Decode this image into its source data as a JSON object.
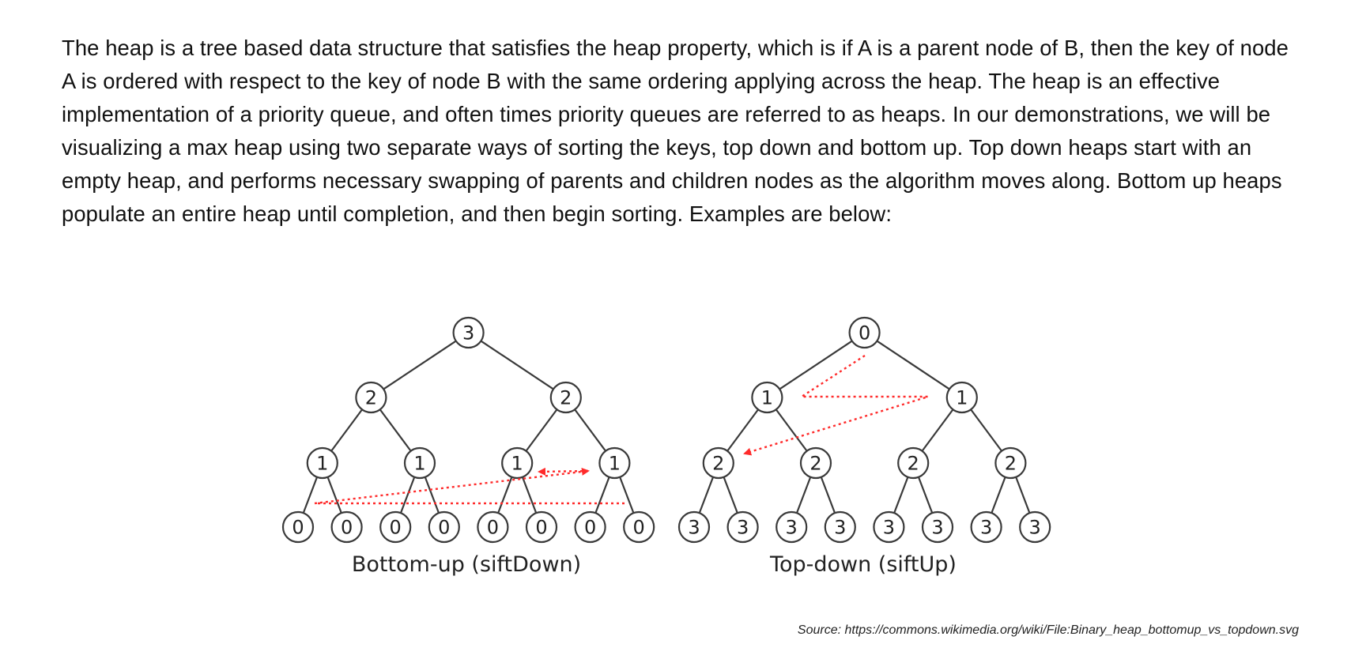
{
  "intro": {
    "text": "The heap is a tree based data structure that satisfies the heap property, which is if A is a parent node of B, then the key of node A is ordered with respect to the key of node B with the same ordering applying across the heap. The heap is an effective implementation of a priority queue, and often times priority queues are referred to as heaps. In our demonstrations, we will be visualizing a max heap using two separate ways of sorting the keys, top down and bottom up. Top down heaps start with an empty heap, and performs necessary swapping of parents and children nodes as the algorithm moves along. Bottom up heaps populate an entire heap until completion, and then begin sorting. Examples are below:"
  },
  "diagram": {
    "colors": {
      "node_stroke": "#3a3a3a",
      "arrow": "#ff2b2b"
    },
    "trees": [
      {
        "caption": "Bottom-up (siftDown)",
        "levels": [
          [
            "3"
          ],
          [
            "2",
            "2"
          ],
          [
            "1",
            "1",
            "1",
            "1"
          ],
          [
            "0",
            "0",
            "0",
            "0",
            "0",
            "0",
            "0",
            "0"
          ]
        ]
      },
      {
        "caption": "Top-down (siftUp)",
        "levels": [
          [
            "0"
          ],
          [
            "1",
            "1"
          ],
          [
            "2",
            "2",
            "2",
            "2"
          ],
          [
            "3",
            "3",
            "3",
            "3",
            "3",
            "3",
            "3",
            "3"
          ]
        ]
      }
    ]
  },
  "source": {
    "text": "Source: https://commons.wikimedia.org/wiki/File:Binary_heap_bottomup_vs_topdown.svg"
  }
}
